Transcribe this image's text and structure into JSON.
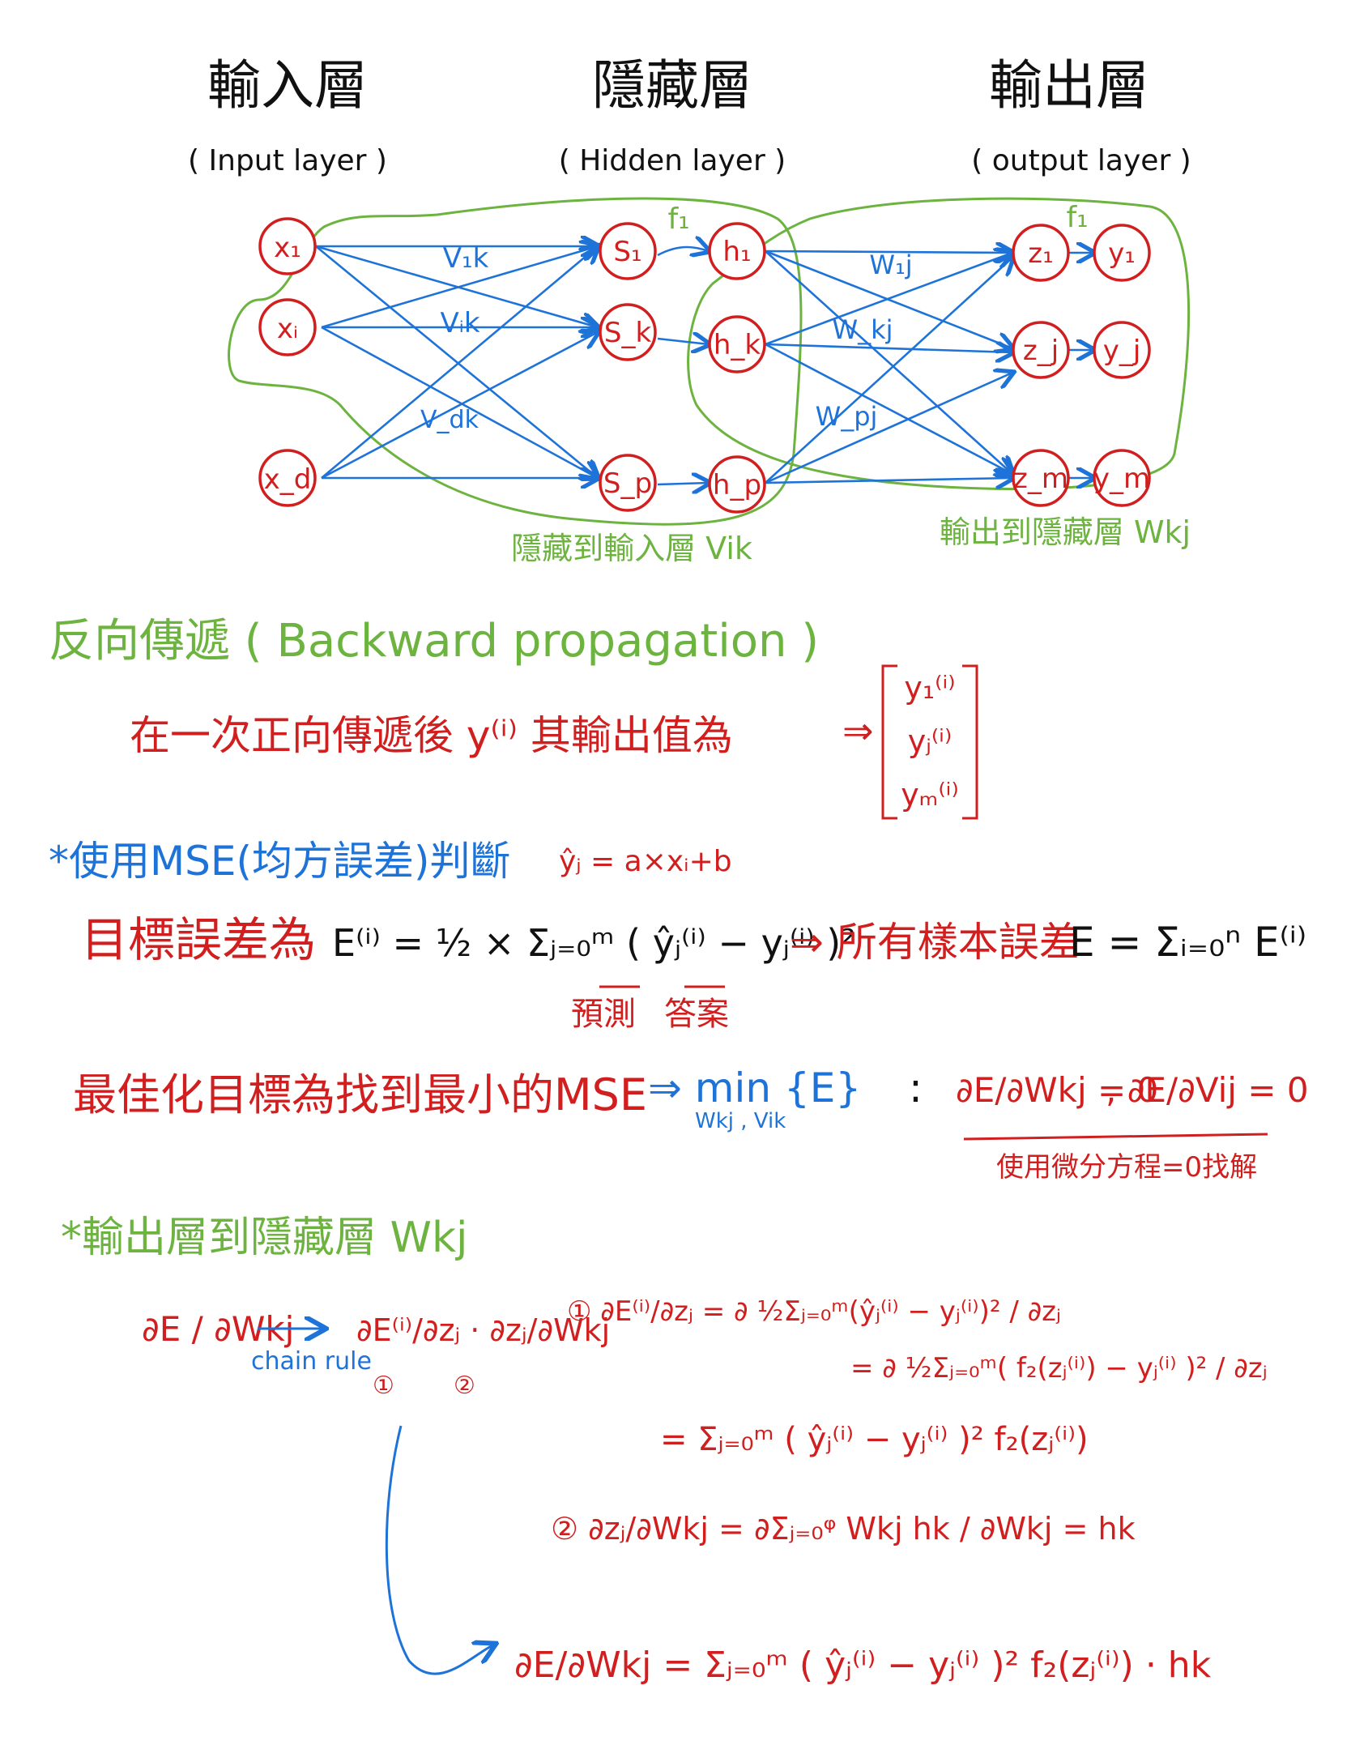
{
  "headers": {
    "input_title": "輸入層",
    "input_sub": "( Input layer )",
    "hidden_title": "隱藏層",
    "hidden_sub": "( Hidden layer )",
    "output_title": "輸出層",
    "output_sub": "( output layer )"
  },
  "network": {
    "input_nodes": [
      "x₁",
      "xᵢ",
      "x_d"
    ],
    "sum_nodes": [
      "S₁",
      "S_k",
      "S_p"
    ],
    "hidden_nodes": [
      "h₁",
      "h_k",
      "h_p"
    ],
    "z_nodes": [
      "z₁",
      "z_j",
      "z_m"
    ],
    "y_nodes": [
      "y₁",
      "y_j",
      "y_m"
    ],
    "weight_labels_vik": [
      "V₁k",
      "Vᵢk",
      "V_dk"
    ],
    "weight_labels_wkj": [
      "W₁j",
      "W_kj",
      "W_pj"
    ],
    "activation_f1": "f₁",
    "activation_f2": "f₁",
    "group_label_hidden": "隱藏到輸入層 Vik",
    "group_label_output": "輸出到隱藏層 Wkj"
  },
  "backprop": {
    "heading": "反向傳遞 ( Backward propagation )",
    "line1": "在一次正向傳遞後 y⁽ⁱ⁾ 其輸出值為",
    "implies": "⇒",
    "vector": [
      "y₁⁽ⁱ⁾",
      "yⱼ⁽ⁱ⁾",
      "yₘ⁽ⁱ⁾"
    ],
    "mse_note": "*使用MSE(均方誤差)判斷",
    "yhat_eq": "ŷⱼ = a×xᵢ+b",
    "target_label": "目標誤差為",
    "target_eq": "E⁽ⁱ⁾ = ½ × Σⱼ₌₀ᵐ ( ŷⱼ⁽ⁱ⁾ − yⱼ⁽ⁱ⁾ )²",
    "pred_label": "預測",
    "answer_label": "答案",
    "all_samples_label": "⇒ 所有樣本誤差",
    "all_samples_eq": "E = Σᵢ₌₀ⁿ E⁽ⁱ⁾",
    "optimize_label": "最佳化目標為找到最小的MSE",
    "minimize": "⇒ min {E}",
    "minimize_sub": "Wkj , Vik",
    "colon": ":",
    "deriv_w": "∂E/∂Wkj = 0",
    "deriv_v": ", ∂E/∂Vij = 0",
    "diff_note": "使用微分方程=0找解"
  },
  "output_to_hidden": {
    "heading": "*輸出層到隱藏層  Wkj",
    "lhs": "∂E / ∂Wkj",
    "chain_rule": "chain rule",
    "chain_rhs": "∂E⁽ⁱ⁾/∂zⱼ · ∂zⱼ/∂Wkj",
    "mark1": "①",
    "mark2": "②",
    "step1_a": "① ∂E⁽ⁱ⁾/∂zⱼ = ∂ ½Σⱼ₌₀ᵐ(ŷⱼ⁽ⁱ⁾ − yⱼ⁽ⁱ⁾)² / ∂zⱼ",
    "step1_b": "= ∂ ½Σⱼ₌₀ᵐ( f₂(zⱼ⁽ⁱ⁾) − yⱼ⁽ⁱ⁾ )² / ∂zⱼ",
    "step1_c": "= Σⱼ₌₀ᵐ ( ŷⱼ⁽ⁱ⁾ − yⱼ⁽ⁱ⁾ )² f₂(zⱼ⁽ⁱ⁾)",
    "step2": "② ∂zⱼ/∂Wkj = ∂Σⱼ₌₀ᵠ Wkj hk / ∂Wkj = hk",
    "final": "∂E/∂Wkj = Σⱼ₌₀ᵐ ( ŷⱼ⁽ⁱ⁾ − yⱼ⁽ⁱ⁾ )² f₂(zⱼ⁽ⁱ⁾) · hk"
  },
  "colors": {
    "ink_black": "#111111",
    "ink_red": "#d11f1f",
    "ink_blue": "#1e73d9",
    "ink_green": "#6db33f"
  }
}
